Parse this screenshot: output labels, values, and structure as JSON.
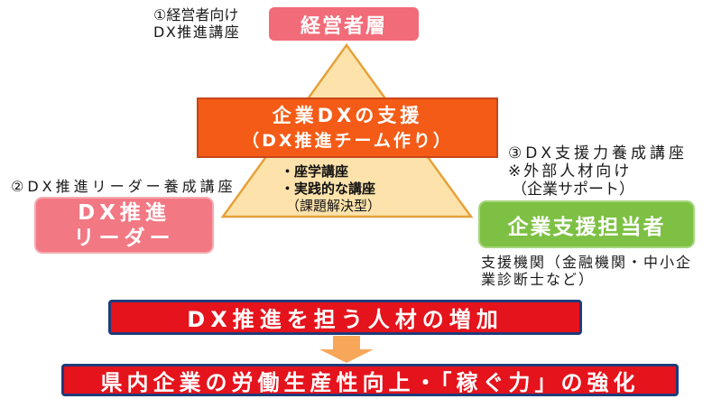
{
  "top": {
    "note_line1": "①経営者向け",
    "note_line2": "DX推進講座",
    "box_label": "経営者層"
  },
  "center": {
    "title_line1": "企業DXの支援",
    "title_line2": "（DX推進チーム作り）",
    "items": [
      "・座学講座",
      "・実践的な講座",
      "（課題解決型）"
    ]
  },
  "left": {
    "note": "②DX推進リーダー養成講座",
    "box_line1": "DX推進",
    "box_line2": "リーダー"
  },
  "right": {
    "note_line1": "③DX支援力養成講座",
    "note_line2": "※外部人材向け",
    "note_line3": "（企業サポート）",
    "box_label": "企業支援担当者",
    "sub_line1": "支援機関（金融機関・中小企",
    "sub_line2": "業診断士など）"
  },
  "result": {
    "increase": "DX推進を担う人材の増加",
    "goal": "県内企業の労働生産性向上・「稼ぐ力」の強化"
  },
  "colors": {
    "executive_box": "#f26b78",
    "support_box": "#f45b16",
    "support_box_border": "#c7461a",
    "pyramid_fill": "#fde3ab",
    "pyramid_stroke": "#e6a13b",
    "leader_box": "#f27883",
    "supporter_box": "#7dc043",
    "result_box": "#e5131c",
    "result_border": "#1e3b7a",
    "arrow": "#f8a75a"
  }
}
